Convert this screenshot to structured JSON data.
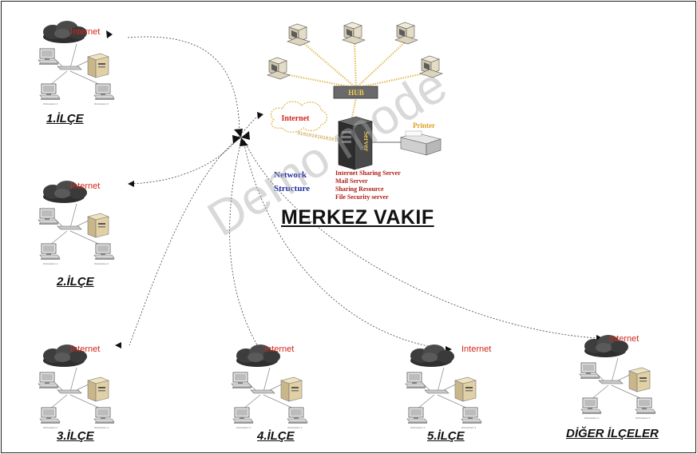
{
  "main": {
    "title": "MERKEZ VAKIF",
    "hub_label": "HUB",
    "internet_label": "Internet",
    "printer_label": "Printer",
    "server_label": "Server",
    "binary_text": "0101010101010101",
    "network_label_1": "Network",
    "network_label_2": "Structure",
    "services": [
      "Internet Sharing Server",
      "Mail Server",
      "Sharing Resource",
      "File Security server"
    ]
  },
  "branches": [
    {
      "title": "1.İLÇE",
      "internet_label": "Internet"
    },
    {
      "title": "2.İLÇE",
      "internet_label": "Internet"
    },
    {
      "title": "3.İLÇE",
      "internet_label": "Internet"
    },
    {
      "title": "4.İLÇE",
      "internet_label": "Internet"
    },
    {
      "title": "5.İLÇE",
      "internet_label": "Internet"
    },
    {
      "title": "DİĞER İLÇELER",
      "internet_label": "Internet"
    }
  ],
  "watermark": "Demo mode",
  "colors": {
    "internet_text": "#d0281c",
    "network_text": "#1f2fa0",
    "service_text": "#b02018",
    "hub_fill": "#6a6a6a",
    "printer_text": "#e0a020",
    "cloud": "#3a3a3a"
  }
}
